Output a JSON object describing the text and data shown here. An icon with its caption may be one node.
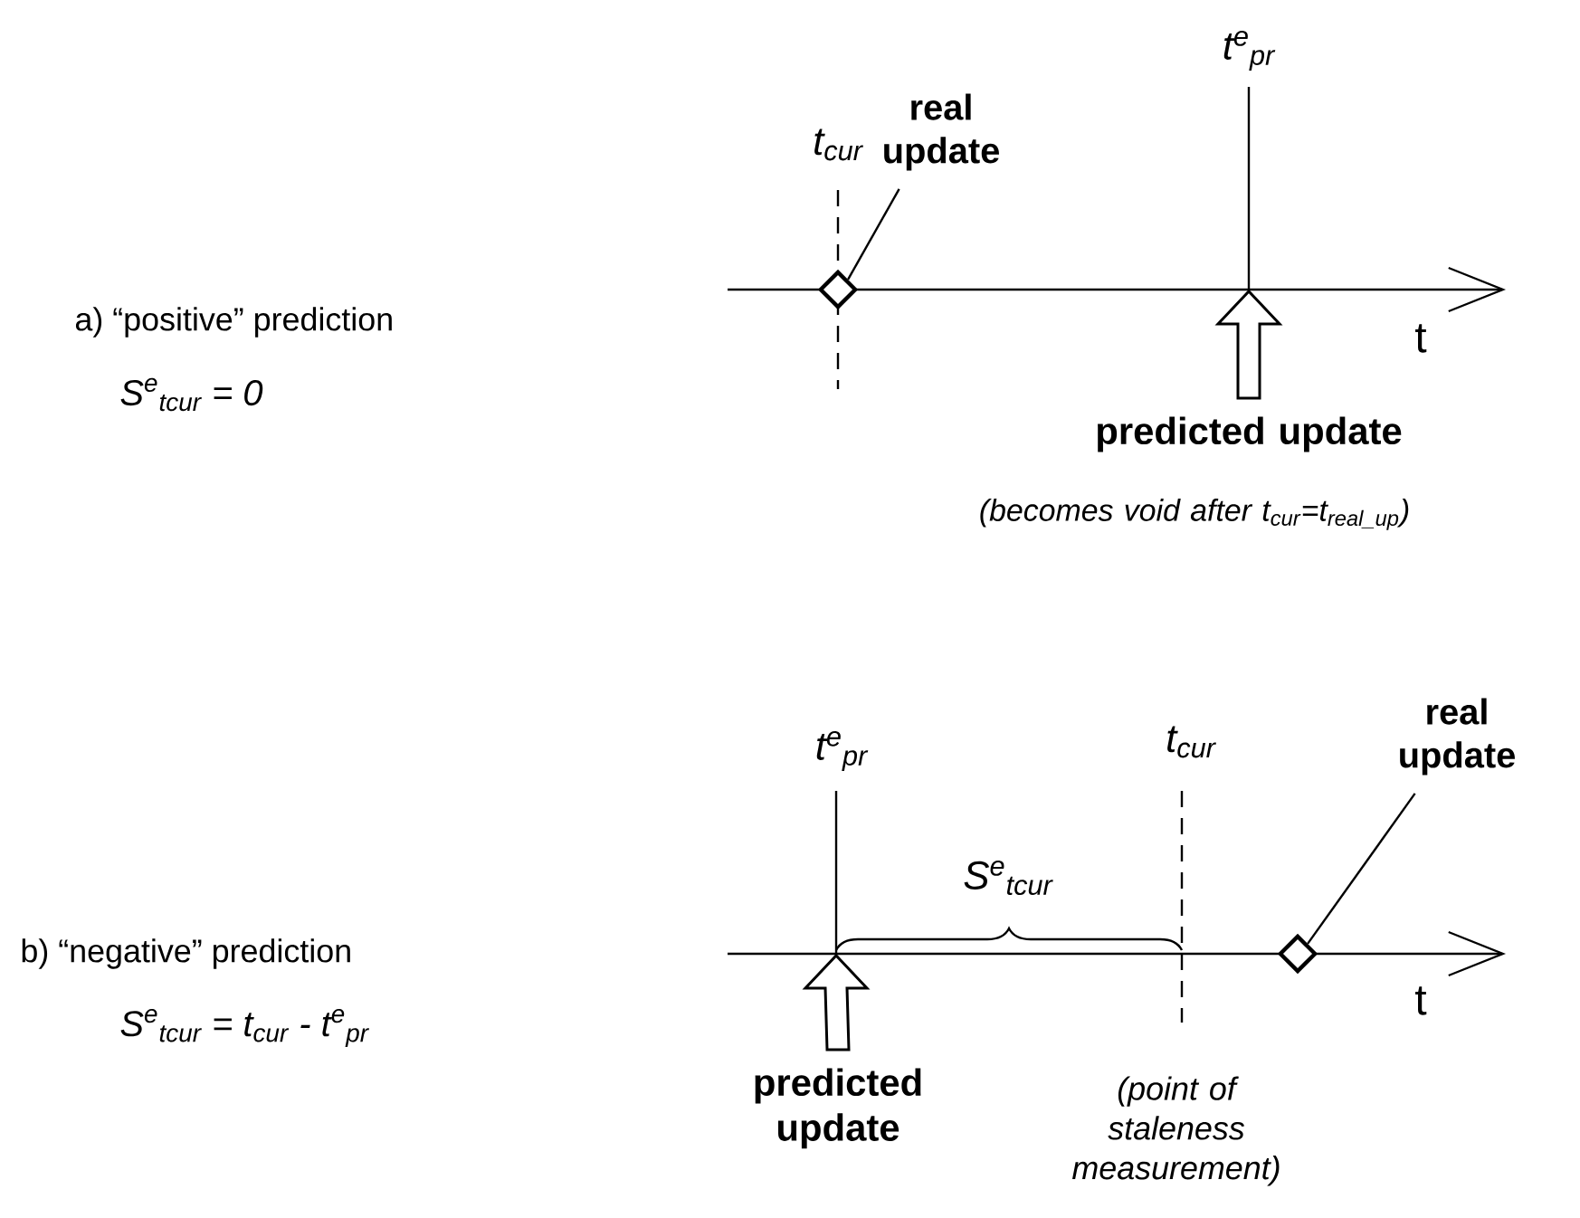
{
  "diagram": {
    "nodes": [
      {
        "text": [
          "real update"
        ]
      },
      {
        "text": [],
        "shape": "diamond"
      },
      {
        "text": [
          "predicted update"
        ],
        "beside": [
          "(becomes void after t$_{cur}$=t$_{real_up}$)"
        ]
      },
      {
        "text": [
          "predicted update"
        ]
      },
      {
        "text": [
          "real update"
        ]
      },
      {
        "text": [],
        "shape": "diamond"
      }
    ],
    "edges": [
      {
        "from": 0,
        "to": 1,
        "arrow": "none"
      },
      {
        "from": 2,
        "to": null,
        "arrow": "to"
      },
      {
        "from": 3,
        "to": null,
        "arrow": "to"
      },
      {
        "from": 4,
        "to": 5,
        "arrow": "none"
      }
    ],
    "labels": [
      "t$^{e}$$_{pr}$",
      "t$_{cur}$",
      "a) “positive” prediction",
      "t",
      "S$^{e}$$_{tcur}$ = 0",
      "t$^{e}$$_{pr}$",
      "t$_{cur}$",
      "S$^{e}$$_{tcur}$",
      "b) “negative” prediction",
      "t",
      "S$^{e}$$_{tcur}$ = t$_{cur}$ - t$^{e}$$_{pr}$",
      "(point of staleness measurement)"
    ]
  }
}
